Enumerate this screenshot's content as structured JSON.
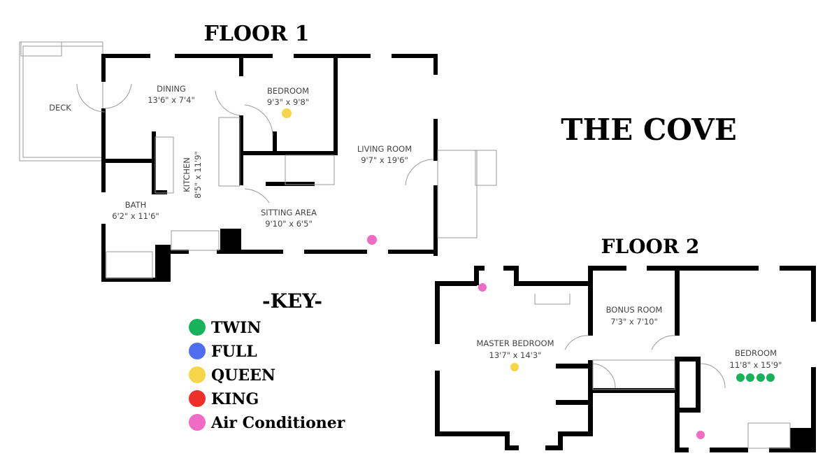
{
  "title": "THE COVE",
  "floor1": {
    "title": "FLOOR 1",
    "rooms": [
      {
        "name": "DECK",
        "size": ""
      },
      {
        "name": "DINING",
        "size": "13'6\" x 7'4\""
      },
      {
        "name": "BEDROOM",
        "size": "9'3\" x 9'8\""
      },
      {
        "name": "LIVING ROOM",
        "size": "9'7\" x 19'6\""
      },
      {
        "name": "KITCHEN",
        "size": "8'5\" x 11'9\""
      },
      {
        "name": "BATH",
        "size": "6'2\" x 11'6\""
      },
      {
        "name": "SITTING AREA",
        "size": "9'10\" x 6'5\""
      }
    ]
  },
  "floor2": {
    "title": "FLOOR 2",
    "rooms": [
      {
        "name": "MASTER BEDROOM",
        "size": "13'7\" x 14'3\""
      },
      {
        "name": "BONUS ROOM",
        "size": "7'3\" x 7'10\""
      },
      {
        "name": "BEDROOM",
        "size": "11'8\" x 15'9\""
      }
    ]
  },
  "key": {
    "title": "-KEY-",
    "items": [
      {
        "label": "TWIN",
        "color": "#17b35a"
      },
      {
        "label": "FULL",
        "color": "#4f6ef0"
      },
      {
        "label": "QUEEN",
        "color": "#f7d548"
      },
      {
        "label": "KING",
        "color": "#ee2f2a"
      },
      {
        "label": "Air Conditioner",
        "color": "#f06bc4"
      }
    ]
  }
}
